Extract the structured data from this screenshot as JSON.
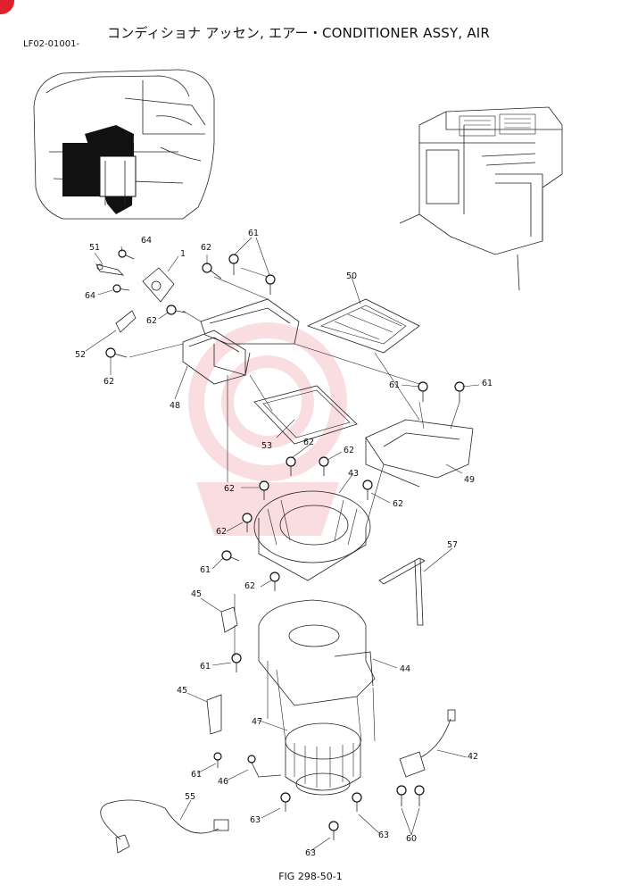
{
  "header": {
    "title": "コンディショナ アッセン, エアー・CONDITIONER ASSY, AIR",
    "diagram_code": "LF02-01001-"
  },
  "footer": {
    "figure_label": "FIG 298-50-1"
  },
  "badge": {
    "color": "#e0202a"
  },
  "watermark": {
    "color": "#f0a0a8"
  },
  "callouts": {
    "c51": "51",
    "c64a": "64",
    "c1": "1",
    "c62a": "62",
    "c61a": "61",
    "c64b": "64",
    "c62b": "62",
    "c52": "52",
    "c62c": "62",
    "c50": "50",
    "c48": "48",
    "c61b": "61",
    "c61c": "61",
    "c53": "53",
    "c62d": "62",
    "c62e": "62",
    "c43": "43",
    "c49": "49",
    "c62f": "62",
    "c62g": "62",
    "c62h": "62",
    "c61d": "61",
    "c62i": "62",
    "c57": "57",
    "c45a": "45",
    "c44": "44",
    "c61e": "61",
    "c45b": "45",
    "c47": "47",
    "c42": "42",
    "c61f": "61",
    "c46": "46",
    "c55": "55",
    "c63a": "63",
    "c63b": "63",
    "c63c": "63",
    "c60": "60"
  }
}
